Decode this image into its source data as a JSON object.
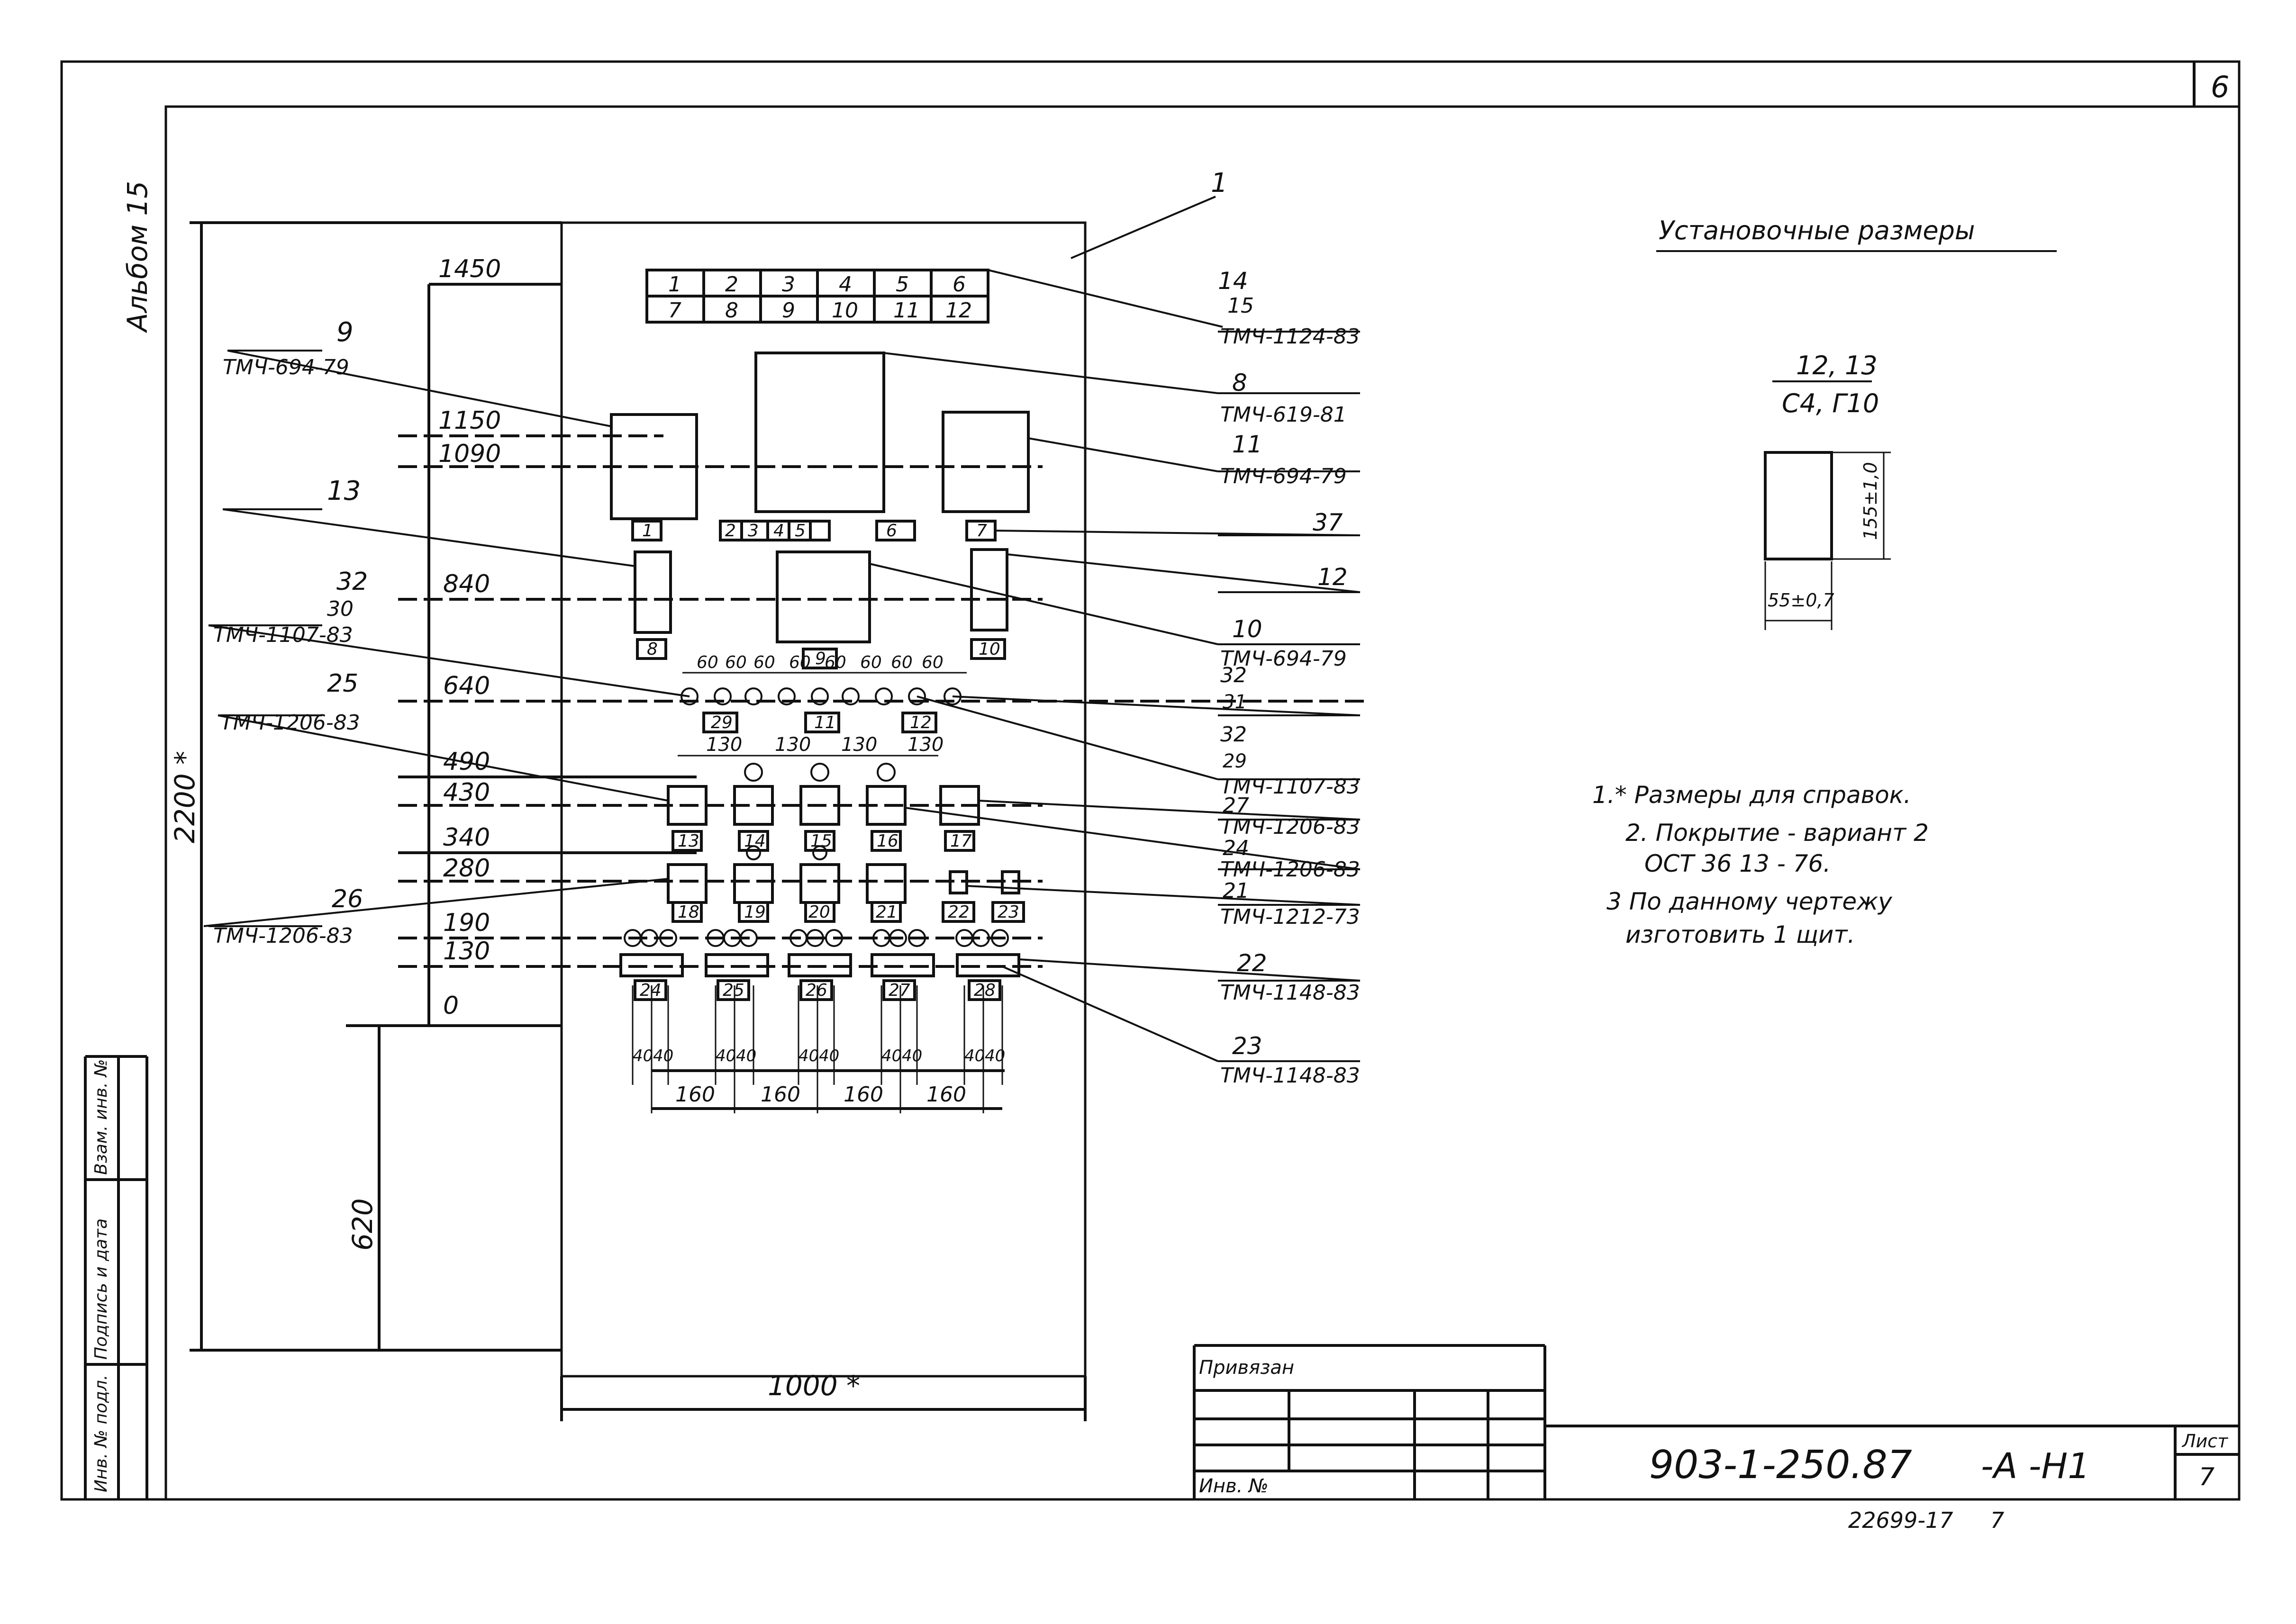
{
  "sheet": {
    "corner_number": "6",
    "album_label": "Альбом 15",
    "document_code": "903-1-250.87",
    "document_suffix": "-А -Н1",
    "sheet_label": "Лист",
    "sheet_number": "7",
    "archive_number": "22699-17",
    "archive_sheet": "7",
    "stamp_binding": "Привязан",
    "stamp_inv": "Инв. №",
    "side_stamp_labels": [
      "Инв. № подл.",
      "Подпись и дата",
      "Взам. инв. №"
    ]
  },
  "panel_dims": {
    "width_label": "1000 *",
    "height_label": "2200 *",
    "base_label": "620",
    "levels": [
      "1450",
      "1150",
      "1090",
      "840",
      "640",
      "490",
      "430",
      "340",
      "280",
      "190",
      "130",
      "0"
    ],
    "spacing_60": [
      "60",
      "60",
      "60",
      "60",
      "60",
      "60",
      "60",
      "60"
    ],
    "spacing_130": [
      "130",
      "130",
      "130",
      "130"
    ],
    "spacing_40": [
      "40",
      "40",
      "40",
      "40",
      "40",
      "40",
      "40",
      "40",
      "40",
      "40"
    ],
    "spacing_160": [
      "160",
      "160",
      "160",
      "160"
    ]
  },
  "terminal_block": {
    "top_row": [
      "1",
      "2",
      "3",
      "4",
      "5",
      "6"
    ],
    "bottom_row": [
      "7",
      "8",
      "9",
      "10",
      "11",
      "12"
    ]
  },
  "item_tags": {
    "under_left_device": "1",
    "under_center_device": [
      "2",
      "3",
      "4",
      "5",
      "6"
    ],
    "under_right_device": "7",
    "left_small_bottom": "8",
    "center_lower_bottom": "9",
    "right_small_bottom": "10",
    "row_640": [
      "29",
      "11",
      "12"
    ],
    "row_430": [
      "13",
      "14",
      "15",
      "16",
      "17"
    ],
    "row_280": [
      "18",
      "19",
      "20",
      "21",
      "22",
      "23"
    ],
    "row_130": [
      "24",
      "25",
      "26",
      "27",
      "28"
    ]
  },
  "callouts_left": [
    {
      "pos": "9",
      "code": "ТМЧ-694-79"
    },
    {
      "pos": "13",
      "code": ""
    },
    {
      "pos": "32",
      "sub": "30",
      "code": "ТМЧ-1107-83"
    },
    {
      "pos": "25",
      "code": "ТМЧ-1206-83"
    },
    {
      "pos": "26",
      "code": "ТМЧ-1206-83"
    }
  ],
  "callouts_right": [
    {
      "pos": "1",
      "sub": "",
      "code": ""
    },
    {
      "pos": "14",
      "sub": "15",
      "code": "ТМЧ-1124-83"
    },
    {
      "pos": "8",
      "sub": "",
      "code": "ТМЧ-619-81"
    },
    {
      "pos": "11",
      "sub": "",
      "code": "ТМЧ-694-79"
    },
    {
      "pos": "37",
      "sub": "",
      "code": ""
    },
    {
      "pos": "12",
      "sub": "",
      "code": ""
    },
    {
      "pos": "10",
      "sub": "",
      "code": "ТМЧ-694-79"
    },
    {
      "pos": "32",
      "sub": "31",
      "code": ""
    },
    {
      "pos": "32",
      "sub": "29",
      "code": "ТМЧ-1107-83"
    },
    {
      "pos": "27",
      "sub": "",
      "code": "ТМЧ-1206-83"
    },
    {
      "pos": "24",
      "sub": "",
      "code": "ТМЧ-1206-83"
    },
    {
      "pos": "21",
      "sub": "",
      "code": "ТМЧ-1212-73"
    },
    {
      "pos": "22",
      "sub": "",
      "code": "ТМЧ-1148-83"
    },
    {
      "pos": "23",
      "sub": "",
      "code": "ТМЧ-1148-83"
    }
  ],
  "install_dims": {
    "title": "Установочные размеры",
    "fraction_top": "12, 13",
    "fraction_bottom": "С4, Г10",
    "height_dim": "155±1,0",
    "width_dim": "55±0,7"
  },
  "notes": [
    "1.* Размеры для справок.",
    "2. Покрытие - вариант 2",
    "ОСТ 36 13 - 76.",
    "3 По данному чертежу",
    "изготовить 1 щит."
  ]
}
